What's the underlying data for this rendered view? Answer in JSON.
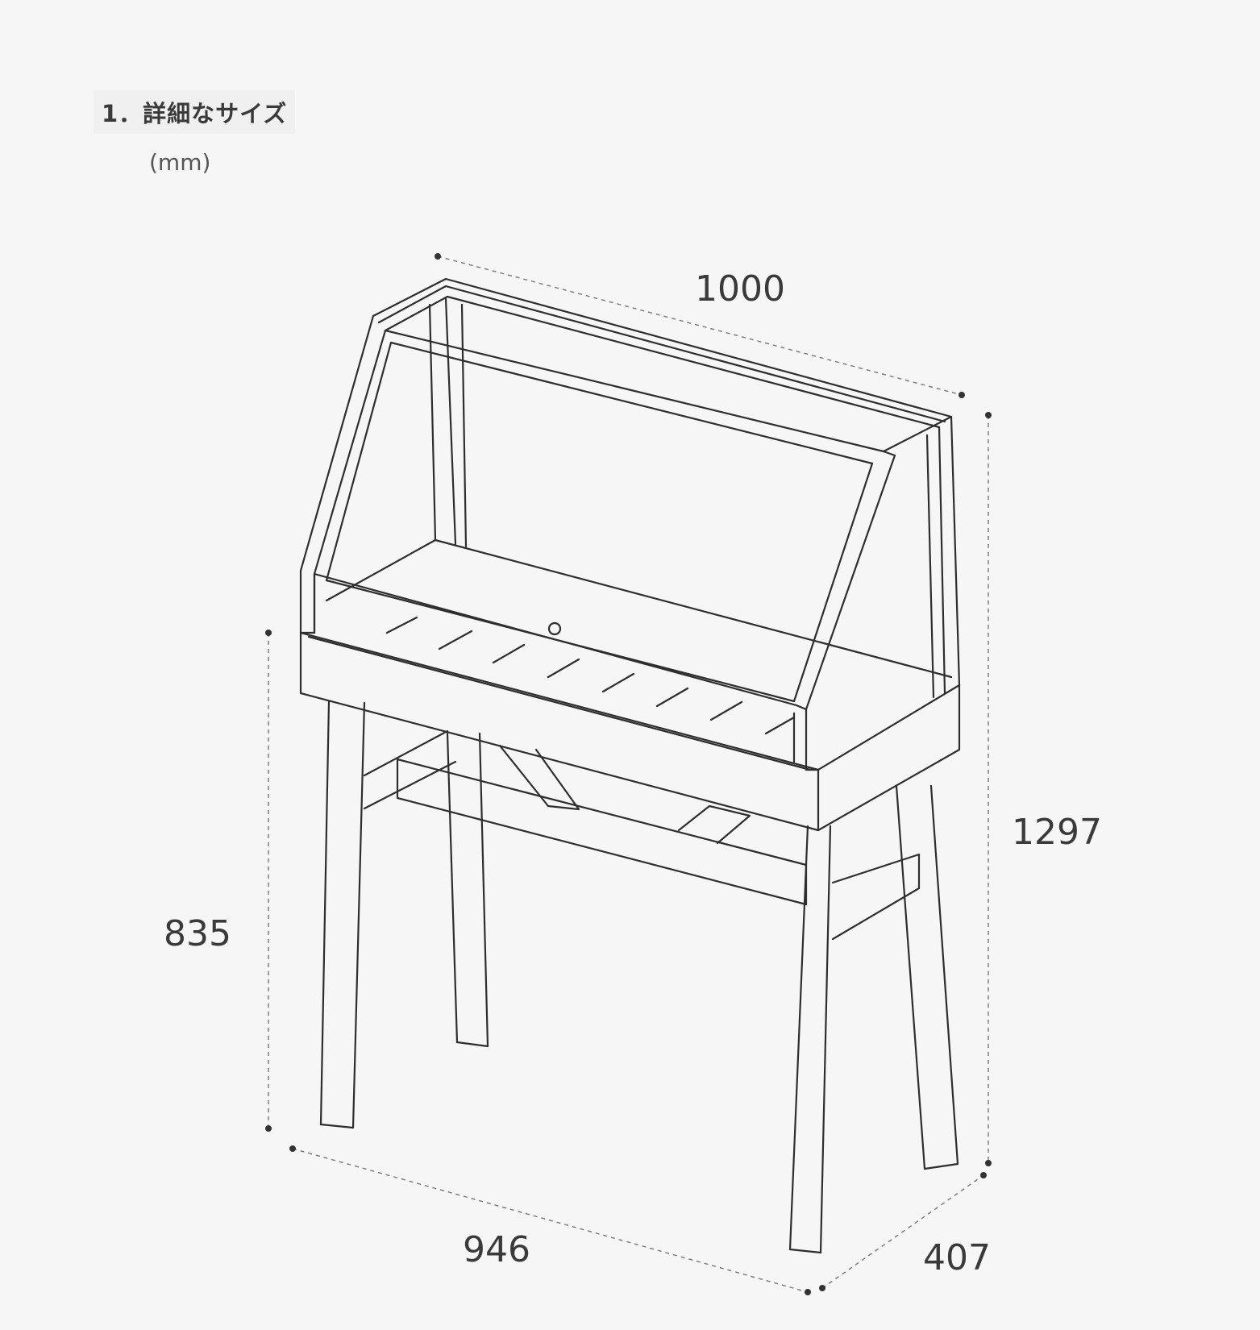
{
  "section": {
    "title": "1．詳細なサイズ",
    "unit": "(mm)"
  },
  "dimensions": {
    "width_top": "1000",
    "height_total": "1297",
    "height_stand": "835",
    "width_bottom": "946",
    "depth": "407"
  }
}
